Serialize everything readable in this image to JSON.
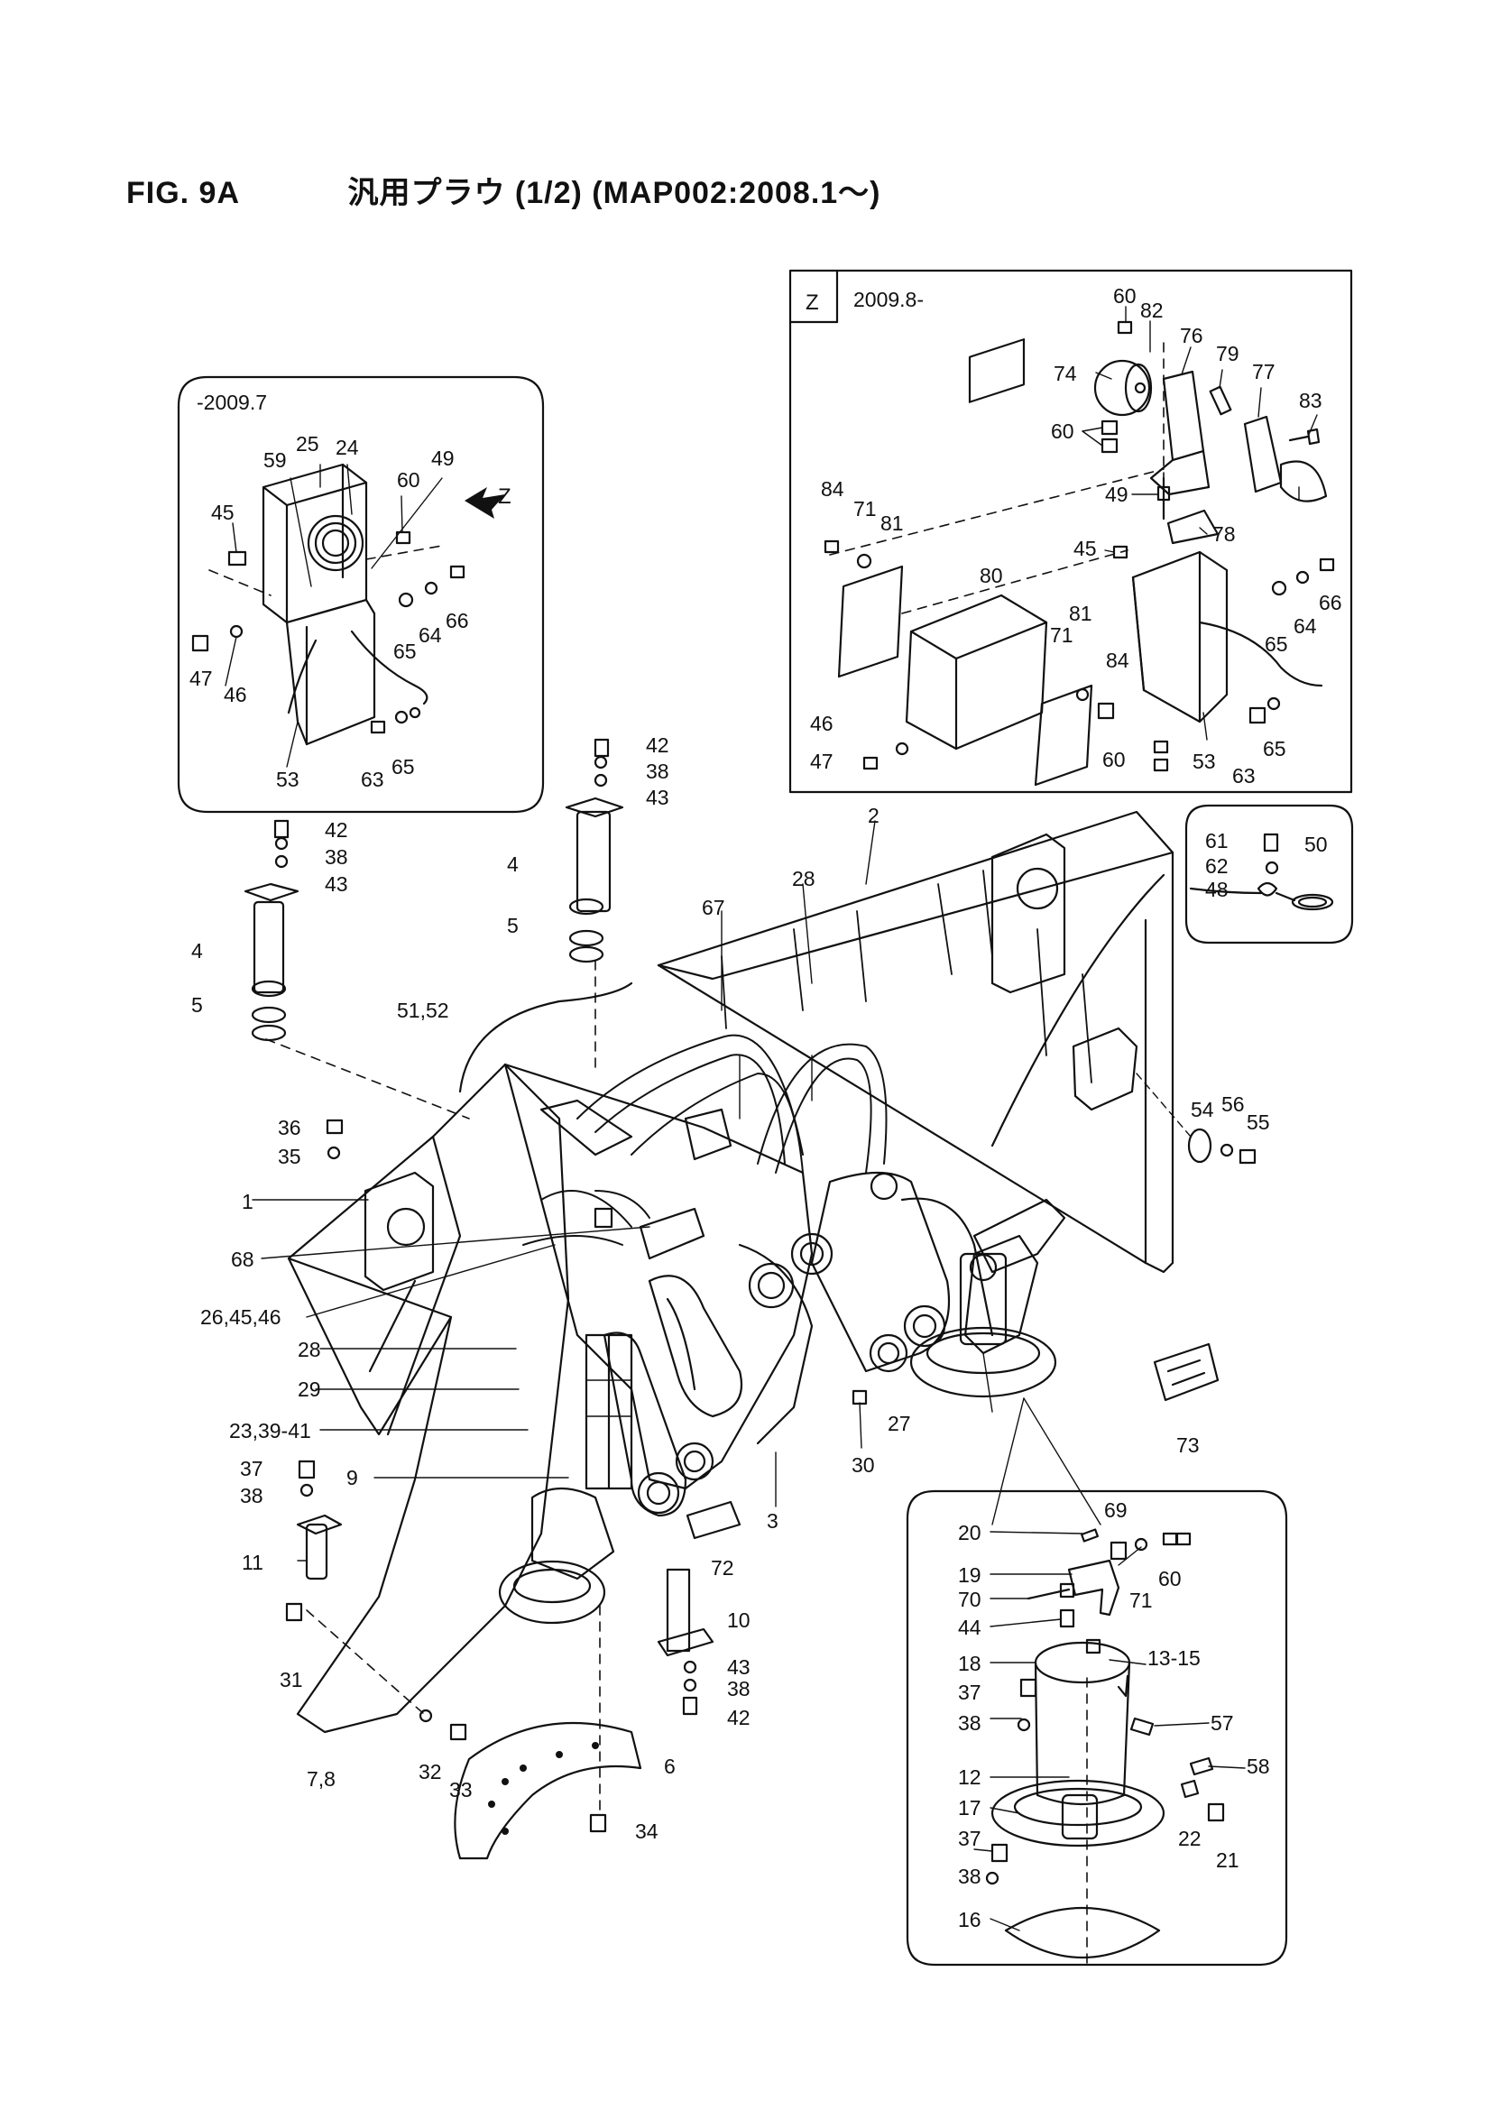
{
  "title": {
    "fig": "FIG. 9A",
    "text": "汎用プラウ (1/2) (MAP002:2008.1〜)"
  },
  "boxes": {
    "z_letter": "Z",
    "z_date": "2009.8-",
    "left_date": "-2009.7",
    "left_arrow_label": "Z"
  },
  "callouts": {
    "z": [
      "60",
      "82",
      "76",
      "79",
      "77",
      "74",
      "83",
      "60",
      "49",
      "84",
      "71",
      "81",
      "78",
      "45",
      "80",
      "66",
      "64",
      "65",
      "81",
      "71",
      "84",
      "46",
      "47",
      "60",
      "53",
      "63",
      "65"
    ],
    "left_box": [
      "59",
      "25",
      "24",
      "49",
      "60",
      "45",
      "65",
      "64",
      "66",
      "47",
      "46",
      "53",
      "63",
      "65"
    ],
    "inset_right": [
      "61",
      "50",
      "62",
      "48"
    ],
    "main": [
      "42",
      "38",
      "43",
      "4",
      "5",
      "42",
      "38",
      "43",
      "4",
      "5",
      "2",
      "28",
      "67",
      "51,52",
      "36",
      "35",
      "1",
      "68",
      "26,45,46",
      "28",
      "29",
      "23,39-41",
      "37",
      "38",
      "9",
      "11",
      "31",
      "7,8",
      "32",
      "33",
      "6",
      "34",
      "10",
      "43",
      "38",
      "42",
      "72",
      "3",
      "30",
      "27",
      "54",
      "56",
      "55",
      "73"
    ],
    "bottom_box": [
      "69",
      "20",
      "19",
      "60",
      "70",
      "71",
      "44",
      "18",
      "13-15",
      "37",
      "38",
      "57",
      "58",
      "12",
      "17",
      "22",
      "37",
      "21",
      "38",
      "16"
    ]
  }
}
